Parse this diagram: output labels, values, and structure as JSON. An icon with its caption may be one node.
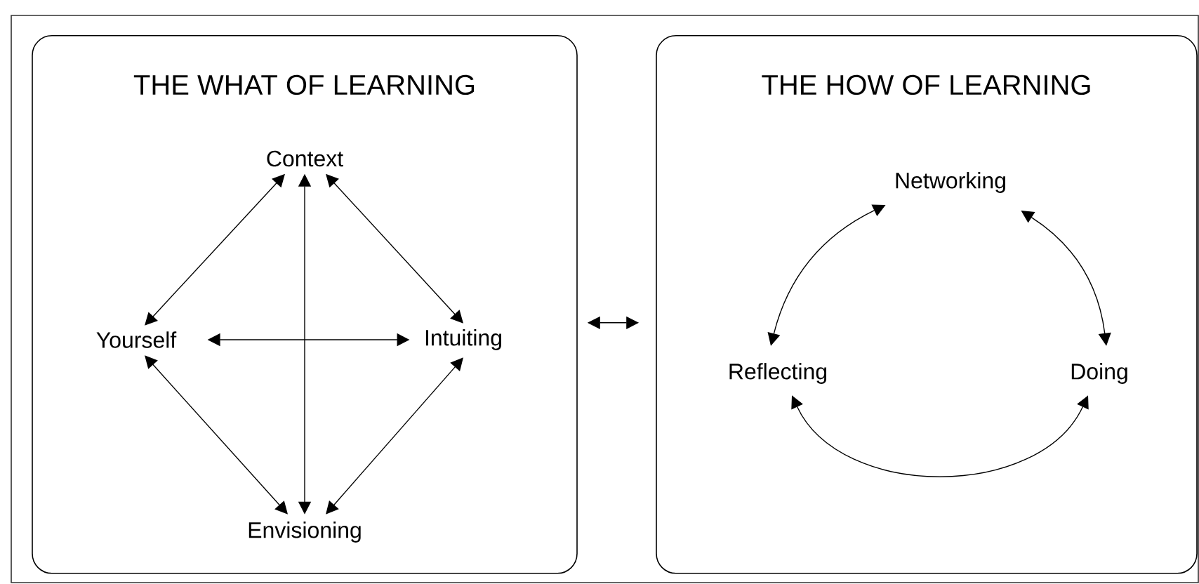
{
  "diagram": {
    "nodes": [
      {
        "text": [
          "THE WHAT OF LEARNING"
        ]
      },
      {
        "text": [
          "Context"
        ],
        "in": 0
      },
      {
        "text": [
          "Yourself"
        ],
        "in": 0
      },
      {
        "text": [
          "Intuiting"
        ],
        "in": 0
      },
      {
        "text": [
          "Envisioning"
        ],
        "in": 0
      },
      {
        "text": [
          "THE HOW OF LEARNING"
        ]
      },
      {
        "text": [
          "Networking"
        ],
        "in": 5
      },
      {
        "text": [
          "Reflecting"
        ],
        "in": 5
      },
      {
        "text": [
          "Doing"
        ],
        "in": 5
      }
    ],
    "edges": [
      {
        "from": 1,
        "to": 2,
        "arrow": "both"
      },
      {
        "from": 1,
        "to": 3,
        "arrow": "both"
      },
      {
        "from": 1,
        "to": 4,
        "arrow": "both"
      },
      {
        "from": 2,
        "to": 3,
        "arrow": "both"
      },
      {
        "from": 2,
        "to": 4,
        "arrow": "both"
      },
      {
        "from": 3,
        "to": 4,
        "arrow": "both"
      },
      {
        "from": 0,
        "to": 5,
        "arrow": "both"
      },
      {
        "from": 6,
        "to": 7,
        "arrow": "both"
      },
      {
        "from": 6,
        "to": 8,
        "arrow": "both"
      },
      {
        "from": 7,
        "to": 8,
        "arrow": "both"
      }
    ]
  }
}
